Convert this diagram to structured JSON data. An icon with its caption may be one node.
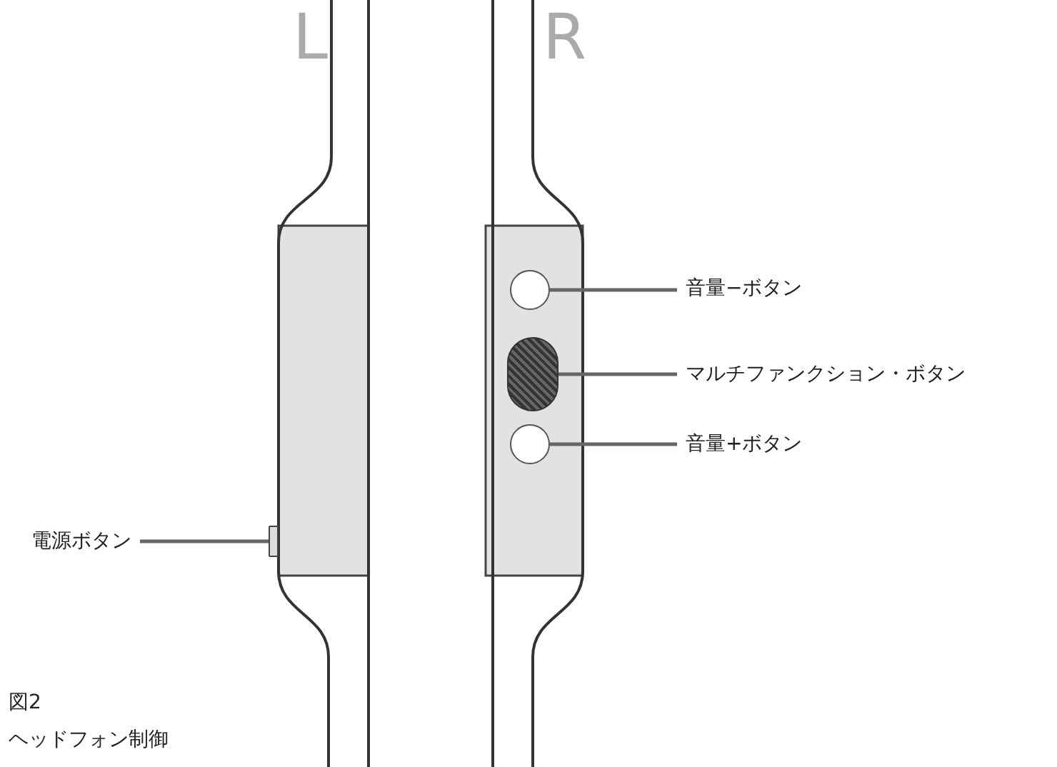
{
  "diagram": {
    "nodes": [
      {
        "text": [
          "音量−ボタン"
        ]
      },
      {
        "text": [],
        "shape": "circle"
      },
      {
        "text": [
          "マルチファンクション・ボタン"
        ]
      },
      {
        "text": [],
        "shape": "pill"
      },
      {
        "text": [
          "音量+ボタン"
        ]
      },
      {
        "text": [],
        "shape": "circle"
      },
      {
        "text": [
          "電源ボタン"
        ]
      },
      {
        "text": [],
        "shape": "box"
      }
    ],
    "edges": [
      {
        "from": 0,
        "to": 1,
        "arrow": "none"
      },
      {
        "from": 2,
        "to": 3,
        "arrow": "none"
      },
      {
        "from": 4,
        "to": 5,
        "arrow": "none"
      },
      {
        "from": 6,
        "to": 7,
        "arrow": "none"
      }
    ],
    "labels": [
      "L",
      "R",
      "図2",
      "ヘッドフォン制御"
    ]
  }
}
